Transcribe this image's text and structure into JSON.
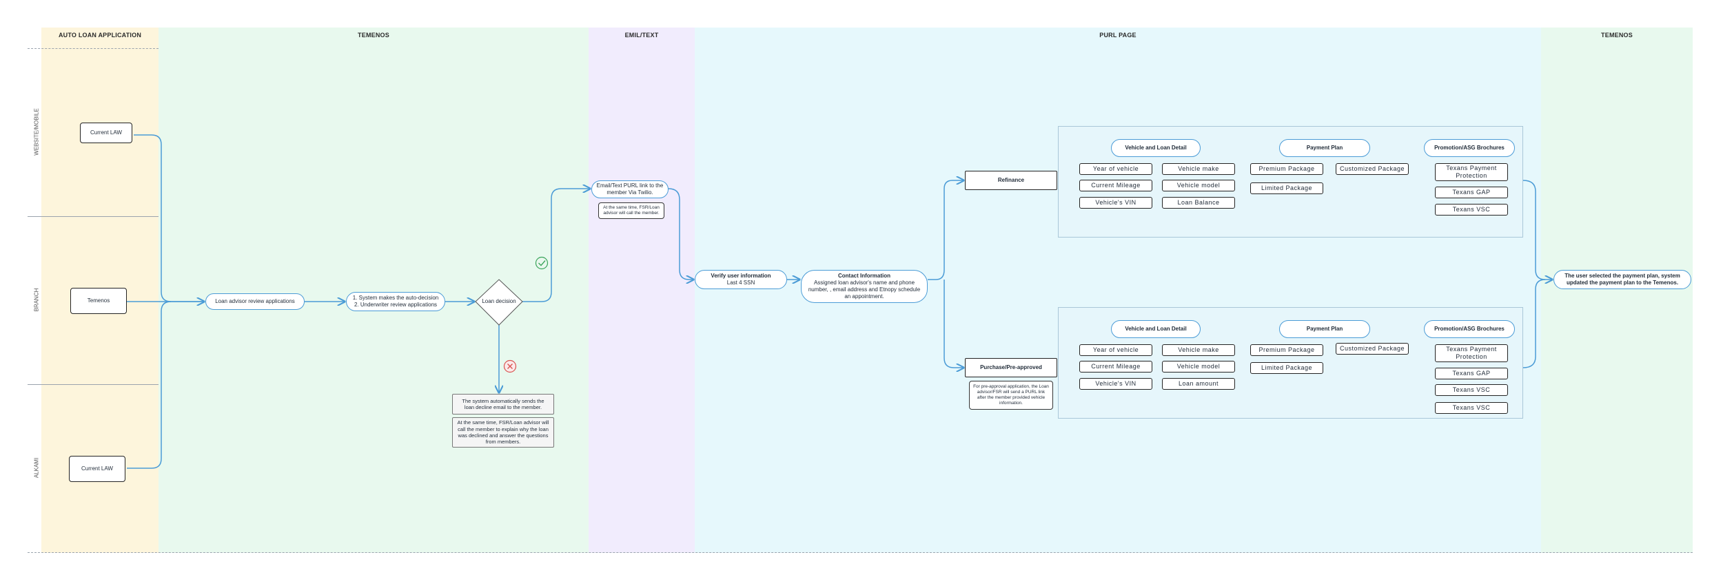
{
  "lanes": [
    {
      "title": "AUTO LOAN APPLICATION",
      "color": "#fdf5dc"
    },
    {
      "title": "TEMENOS",
      "color": "#e8f9ee"
    },
    {
      "title": "EMIL/TEXT",
      "color": "#f1ecfd"
    },
    {
      "title": "PURL PAGE",
      "color": "#e6f8fc"
    },
    {
      "title": "TEMENOS",
      "color": "#e8f9ee"
    }
  ],
  "rows": [
    "WEBSITE/MOBILE",
    "BRANCH",
    "ALKAMI"
  ],
  "nodes": {
    "current_law_top": "Current LAW",
    "temenos_branch": "Temenos",
    "current_law_bottom": "Current LAW",
    "loan_advisor_review": "Loan advisor review applications",
    "auto_decision_1": "1. System makes the auto-decision",
    "auto_decision_2": "2. Underwriter review applications",
    "loan_decision": "Loan decision",
    "decline_email": "The system automatically sends the loan decline email to the member.",
    "decline_call": "At the same time, FSR/Loan advisor will call the member to explain why the loan was declined and answer the questions from members.",
    "email_text_purl": "Email/Text PURL link to the member Via Twilio.",
    "email_note": "At the same time, FSR/Loan advisor will call the member.",
    "verify_title": "Verify user information",
    "verify_sub": "Last 4 SSN",
    "contact_title": "Contact Information",
    "contact_sub": "Assigned loan advisor's name and phone number, , email address and Etnopy schedule an appointment.",
    "refinance": "Refinance",
    "purchase": "Purchase/Pre-approved",
    "purchase_note": "For pre-approval application, the Loan advisor/FSR will send a PURL link after the member provided vehicle information.",
    "final": "The user selected the payment plan, system updated the payment plan to the Temenos."
  },
  "refinance_group": {
    "vehicle_header": "Vehicle and Loan Detail",
    "payment_header": "Payment Plan",
    "promo_header": "Promotion/ASG Brochures",
    "vehicle_left": [
      "Year of vehicle",
      "Current Mileage",
      "Vehicle's VIN"
    ],
    "vehicle_right": [
      "Vehicle make",
      "Vehicle model",
      "Loan Balance"
    ],
    "payment_left": [
      "Premium Package",
      "Limited Package"
    ],
    "payment_right": [
      "Customized Package"
    ],
    "promo": [
      "Texans Payment Protection",
      "Texans GAP",
      "Texans VSC"
    ]
  },
  "purchase_group": {
    "vehicle_header": "Vehicle and Loan Detail",
    "payment_header": "Payment Plan",
    "promo_header": "Promotion/ASG Brochures",
    "vehicle_left": [
      "Year of vehicle",
      "Current Mileage",
      "Vehicle's VIN"
    ],
    "vehicle_right": [
      "Vehicle make",
      "Vehicle model",
      "Loan amount"
    ],
    "payment_left": [
      "Premium Package",
      "Limited Package"
    ],
    "payment_right": [
      "Customized Package"
    ],
    "promo": [
      "Texans Payment Protection",
      "Texans GAP",
      "Texans VSC",
      "Texans VSC"
    ]
  },
  "colors": {
    "flow": "#4a9bd6",
    "approve": "#3aa55a",
    "decline": "#d9534f"
  },
  "icons": {
    "approve": "check-circle-icon",
    "decline": "x-circle-icon"
  }
}
